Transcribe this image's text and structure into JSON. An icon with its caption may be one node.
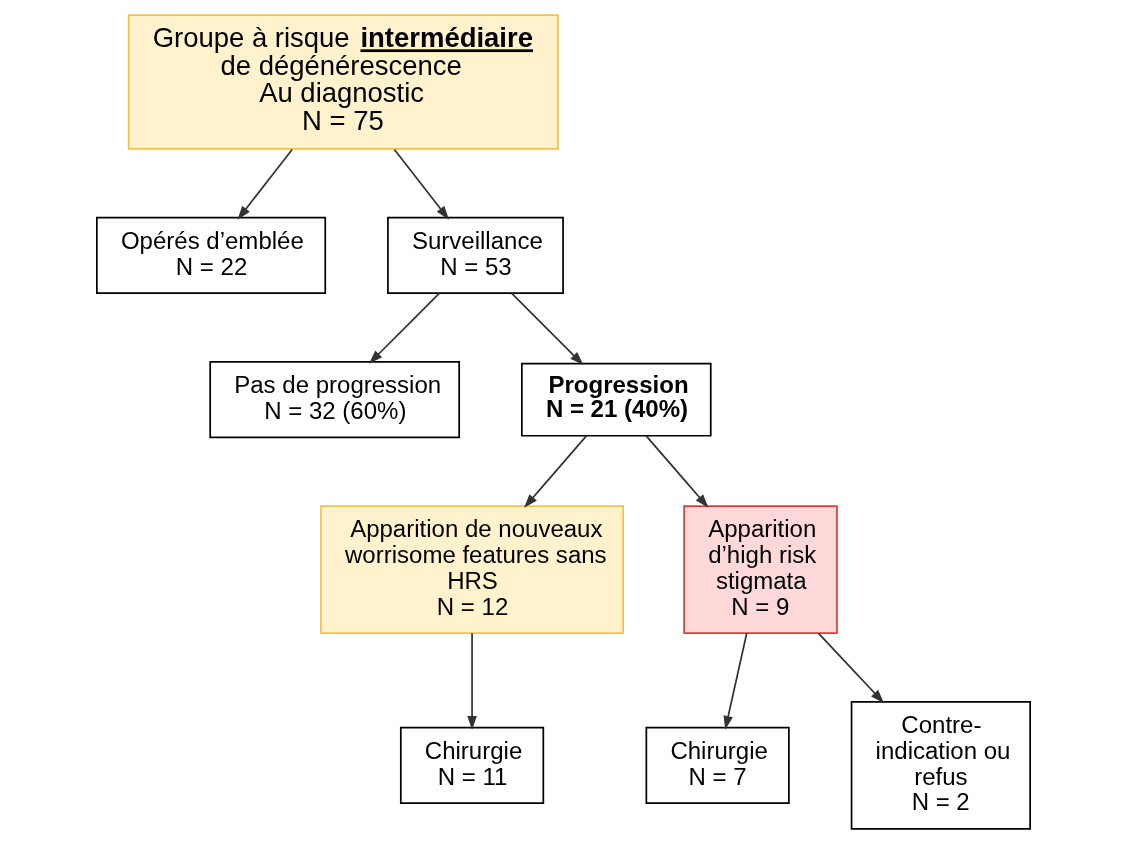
{
  "diagram": {
    "nodes": [
      {
        "text": [
          "Groupe à risque **intermédiaire** de dégénérescence",
          "Au diagnostic",
          "N = 75"
        ]
      },
      {
        "text": [
          "Opérés d’emblée",
          "N = 22"
        ]
      },
      {
        "text": [
          "Surveillance",
          "N = 53"
        ]
      },
      {
        "text": [
          "Pas de progression",
          "N = 32 (60%)"
        ]
      },
      {
        "text": [
          "Progression",
          "N = 21 (40%)"
        ]
      },
      {
        "text": [
          "Apparition de nouveaux worrisome features sans HRS",
          "N = 12"
        ]
      },
      {
        "text": [
          "Apparition d’high risk stigmata",
          "N = 9"
        ]
      },
      {
        "text": [
          "Chirurgie",
          "N = 11"
        ]
      },
      {
        "text": [
          "Chirurgie",
          "N = 7"
        ]
      },
      {
        "text": [
          "Contre-indication ou refus",
          "N = 2"
        ]
      }
    ],
    "edges": [
      {
        "from": 0,
        "to": 1,
        "arrow": "to"
      },
      {
        "from": 0,
        "to": 2,
        "arrow": "to"
      },
      {
        "from": 2,
        "to": 3,
        "arrow": "to"
      },
      {
        "from": 2,
        "to": 4,
        "arrow": "to"
      },
      {
        "from": 4,
        "to": 5,
        "arrow": "to"
      },
      {
        "from": 4,
        "to": 6,
        "arrow": "to"
      },
      {
        "from": 5,
        "to": 7,
        "arrow": "to"
      },
      {
        "from": 6,
        "to": 8,
        "arrow": "to"
      },
      {
        "from": 6,
        "to": 9,
        "arrow": "to"
      }
    ]
  }
}
